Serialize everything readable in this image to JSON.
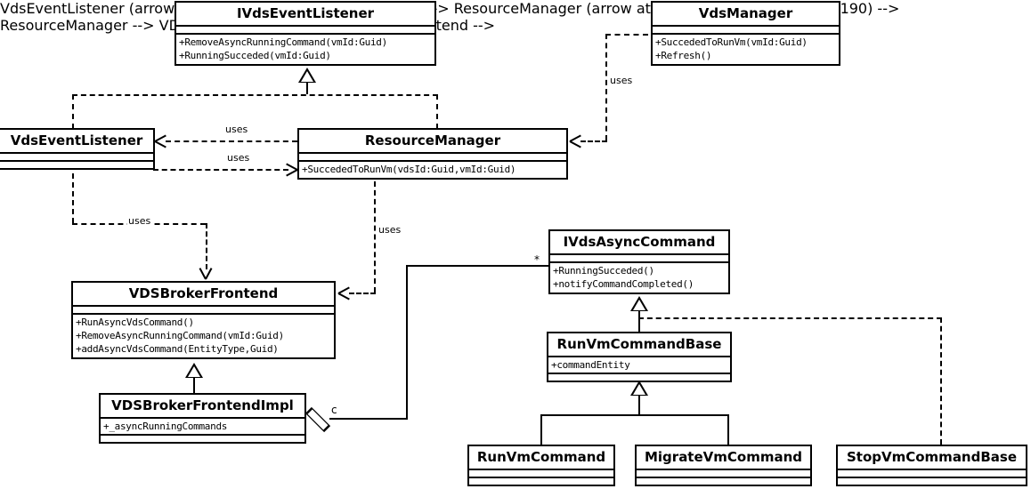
{
  "diagram": {
    "title": "VDS Broker / Async Command UML class diagram",
    "stroke_color": "#000000",
    "background_color": "#ffffff"
  },
  "classes": {
    "ivdseventlistener": {
      "name": "IVdsEventListener",
      "attributes": [],
      "operations": [
        "+RemoveAsyncRunningCommand(vmId:Guid)",
        "+RunningSucceded(vmId:Guid)"
      ]
    },
    "vdsmanager": {
      "name": "VdsManager",
      "attributes": [],
      "operations": [
        "+SuccededToRunVm(vmId:Guid)",
        "+Refresh()"
      ]
    },
    "vdseventlistener": {
      "name": "VdsEventListener",
      "attributes": [],
      "operations": []
    },
    "resourcemanager": {
      "name": "ResourceManager",
      "attributes": [],
      "operations": [
        "+SuccededToRunVm(vdsId:Guid,vmId:Guid)"
      ]
    },
    "ivdsasynccommand": {
      "name": "IVdsAsyncCommand",
      "attributes": [],
      "operations": [
        "+RunningSucceded()",
        "+notifyCommandCompleted()"
      ]
    },
    "vdsbrokerfrontend": {
      "name": "VDSBrokerFrontend",
      "attributes": [],
      "operations": [
        "+RunAsyncVdsCommand()",
        "+RemoveAsyncRunningCommand(vmId:Guid)",
        "+addAsyncVdsCommand(EntityType,Guid)"
      ]
    },
    "vdsbrokerfrontendimpl": {
      "name": "VDSBrokerFrontendImpl",
      "attributes": [
        "+_asyncRunningCommands"
      ],
      "operations": []
    },
    "runvmcommandbase": {
      "name": "RunVmCommandBase",
      "attributes": [
        "+commandEntity"
      ],
      "operations": []
    },
    "runvmcommand": {
      "name": "RunVmCommand",
      "attributes": [],
      "operations": []
    },
    "migratevmcommand": {
      "name": "MigrateVmCommand",
      "attributes": [],
      "operations": []
    },
    "stopvmcommandbase": {
      "name": "StopVmCommandBase",
      "attributes": [],
      "operations": []
    }
  },
  "edge_labels": {
    "uses_rm_to_vel": "uses",
    "uses_vel_to_rm": "uses",
    "uses_vel_to_frontend": "uses",
    "uses_rm_to_frontend": "uses",
    "uses_vdsmanager_to_rm": "uses",
    "aggregation_role": "c",
    "multiplicity_star": "*"
  }
}
